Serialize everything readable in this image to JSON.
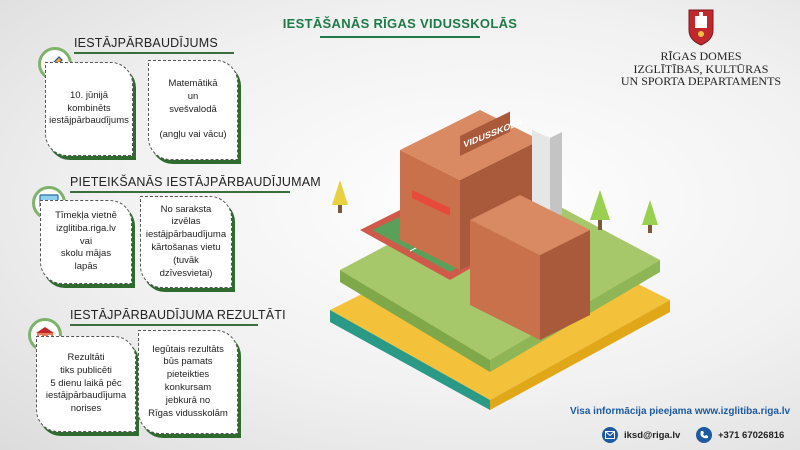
{
  "header": {
    "title": "IESTĀŠANĀS RĪGAS VIDUSSKOLĀS",
    "department": {
      "line1": "RĪGAS DOMES",
      "line2": "IZGLĪTĪBAS, KULTŪRAS",
      "line3": "UN SPORTA DEPARTAMENTS",
      "emblem": "riga-coat-of-arms-icon"
    }
  },
  "sections": [
    {
      "title": "IESTĀJPĀRBAUDĪJUMS",
      "icon": "pencil-icon",
      "cards": [
        "10. jūnijā\nkombinēts\niestājpārbaudījums",
        "Matemātikā\nun\nsvešvalodā\n\n(angļu vai vācu)"
      ]
    },
    {
      "title": "PIETEIKŠANĀS IESTĀJPĀRBAUDĪJUMAM",
      "icon": "monitor-icon",
      "cards": [
        "Tīmekļa vietnē\nizglitiba.riga.lv\nvai\nskolu mājas lapās",
        "No saraksta izvēlas\niestājpārbaudījuma\nkārtošanas vietu\n(tuvāk dzīvesvietai)"
      ]
    },
    {
      "title": "IESTĀJPĀRBAUDĪJUMA REZULTĀTI",
      "icon": "school-building-icon",
      "cards": [
        "Rezultāti\ntiks publicēti\n5 dienu laikā pēc\niestājpārbaudījuma\nnorises",
        "Iegūtais rezultāts\nbūs pamats\npieteikties\nkonkursam\njebkurā no\nRīgas vidusskolām"
      ]
    }
  ],
  "illustration": {
    "building_sign": "VIDUSSKOLA"
  },
  "footer": {
    "info": "Visa informācija pieejama www.izglitiba.riga.lv",
    "email": "iksd@riga.lv",
    "phone": "+371  67026816"
  },
  "colors": {
    "green": "#1e7a46",
    "dark_green_shadow": "#2f6b2f",
    "accent_blue": "#1e5aa0",
    "brick": "#c9714a"
  }
}
